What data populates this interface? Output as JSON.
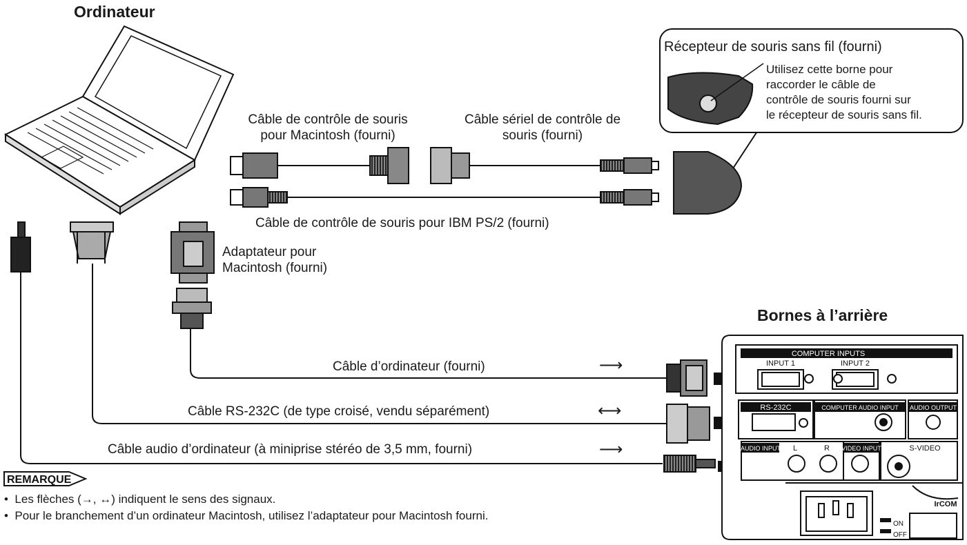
{
  "labels": {
    "computer": "Ordinateur",
    "rear_terminals": "Bornes à l’arrière",
    "receiver_box_title": "Récepteur de souris sans fil (fourni)",
    "receiver_box_note": [
      "Utilisez cette borne pour",
      "raccorder le câble de",
      "contrôle de souris fourni sur",
      "le récepteur de souris sans fil."
    ],
    "mac_mouse_cable": [
      "Câble de contrôle de souris",
      "pour Macintosh (fourni)"
    ],
    "serial_mouse_cable": [
      "Câble sériel de contrôle de",
      "souris (fourni)"
    ],
    "ps2_mouse_cable": "Câble de contrôle de souris pour IBM PS/2 (fourni)",
    "mac_adapter": [
      "Adaptateur pour",
      "Macintosh (fourni)"
    ],
    "computer_cable": "Câble d’ordinateur (fourni)",
    "rs232_cable": "Câble RS-232C (de type croisé, vendu séparément)",
    "audio_cable": "Câble audio d’ordinateur (à miniprise stéréo de 3,5 mm, fourni)"
  },
  "arrows": {
    "computer_cable": "⟶",
    "rs232_cable": "⟷",
    "audio_cable": "⟶"
  },
  "panel": {
    "computer_inputs": "COMPUTER INPUTS",
    "input1": "INPUT 1",
    "input2": "INPUT 2",
    "rs232c": "RS-232C",
    "computer_audio_input": "COMPUTER AUDIO INPUT",
    "audio_output": "AUDIO OUTPUT",
    "audio_input": "AUDIO INPUT",
    "l": "L",
    "r": "R",
    "video_input": "VIDEO INPUT",
    "s_video": "S-VIDEO",
    "irc": "IrCOM",
    "on": "ON",
    "off": "OFF"
  },
  "note": {
    "title": "REMARQUE",
    "items": [
      "Les flèches (→, ↔) indiquent le sens des signaux.",
      "Pour le branchement d’un ordinateur Macintosh, utilisez l’adaptateur pour Macintosh fourni."
    ]
  }
}
